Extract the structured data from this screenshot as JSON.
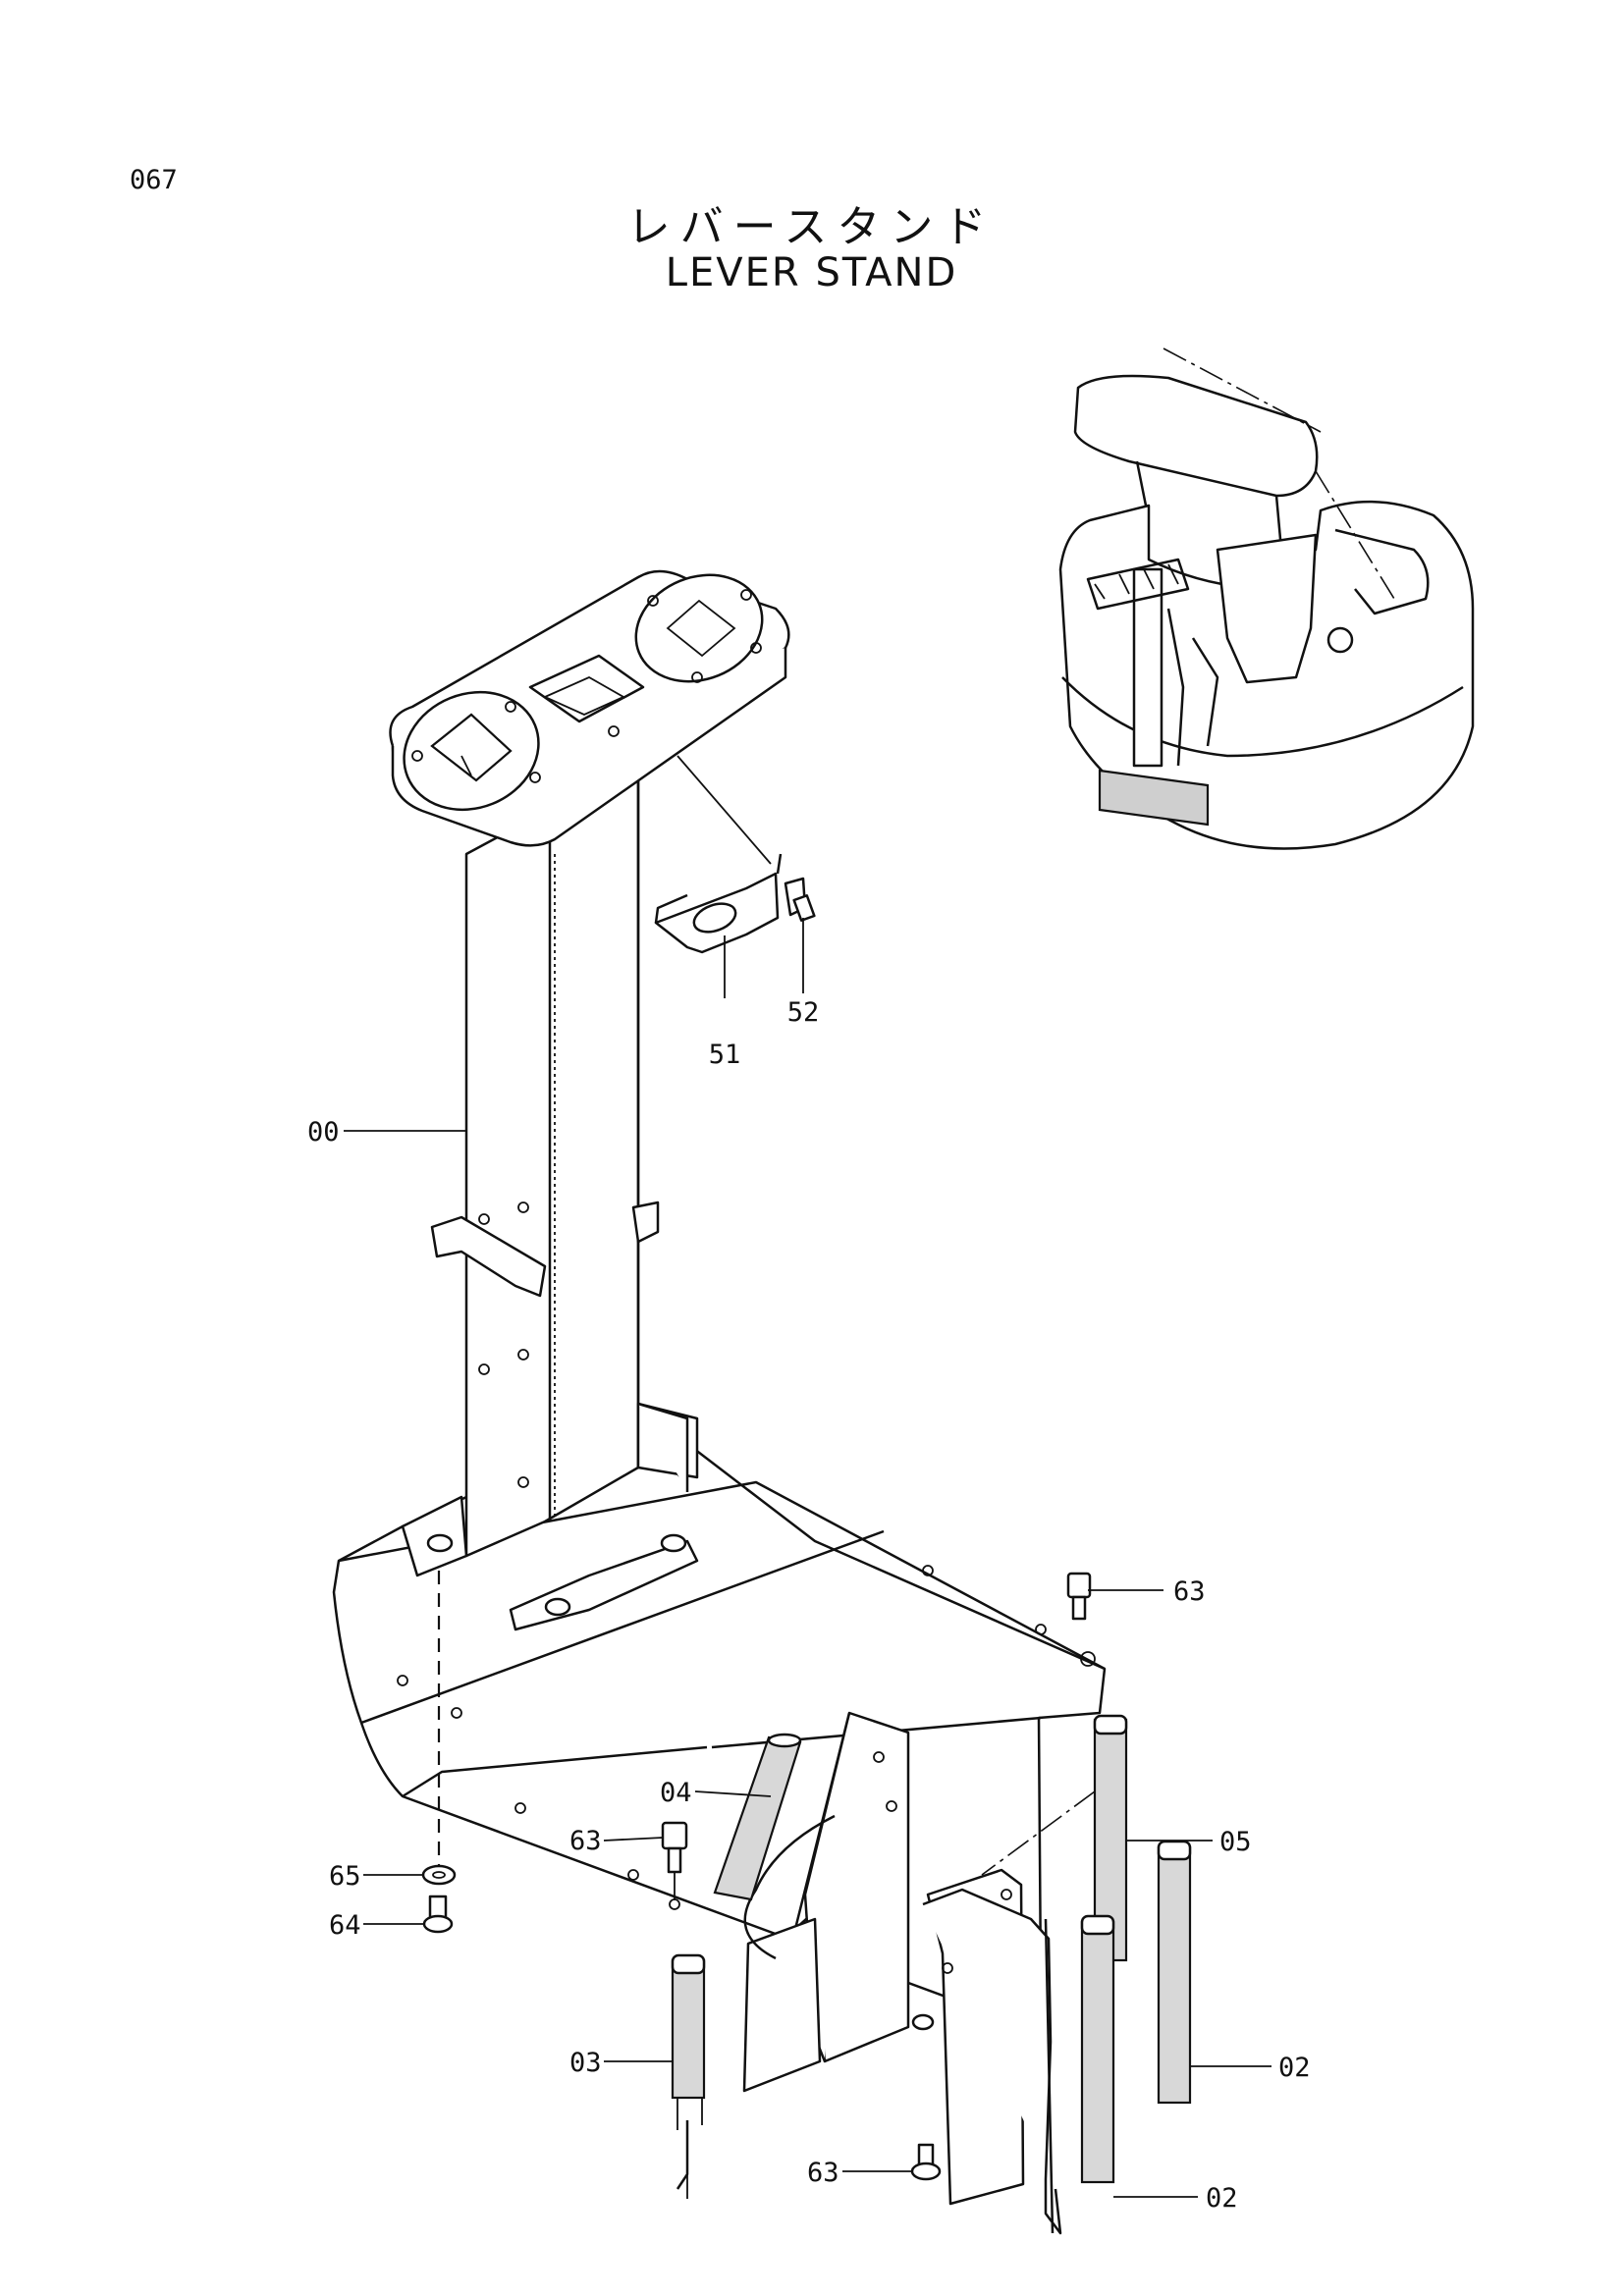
{
  "page_number": "067",
  "title_ja": "レバースタンド",
  "title_en": "LEVER STAND",
  "callouts": [
    {
      "id": "c-00a",
      "label": "00"
    },
    {
      "id": "c-51",
      "label": "51"
    },
    {
      "id": "c-52",
      "label": "52"
    },
    {
      "id": "c-63a",
      "label": "63"
    },
    {
      "id": "c-04",
      "label": "04"
    },
    {
      "id": "c-63b",
      "label": "63"
    },
    {
      "id": "c-05",
      "label": "05"
    },
    {
      "id": "c-65",
      "label": "65"
    },
    {
      "id": "c-64",
      "label": "64"
    },
    {
      "id": "c-03",
      "label": "03"
    },
    {
      "id": "c-02a",
      "label": "02"
    },
    {
      "id": "c-63c",
      "label": "63"
    },
    {
      "id": "c-02b",
      "label": "02"
    }
  ]
}
